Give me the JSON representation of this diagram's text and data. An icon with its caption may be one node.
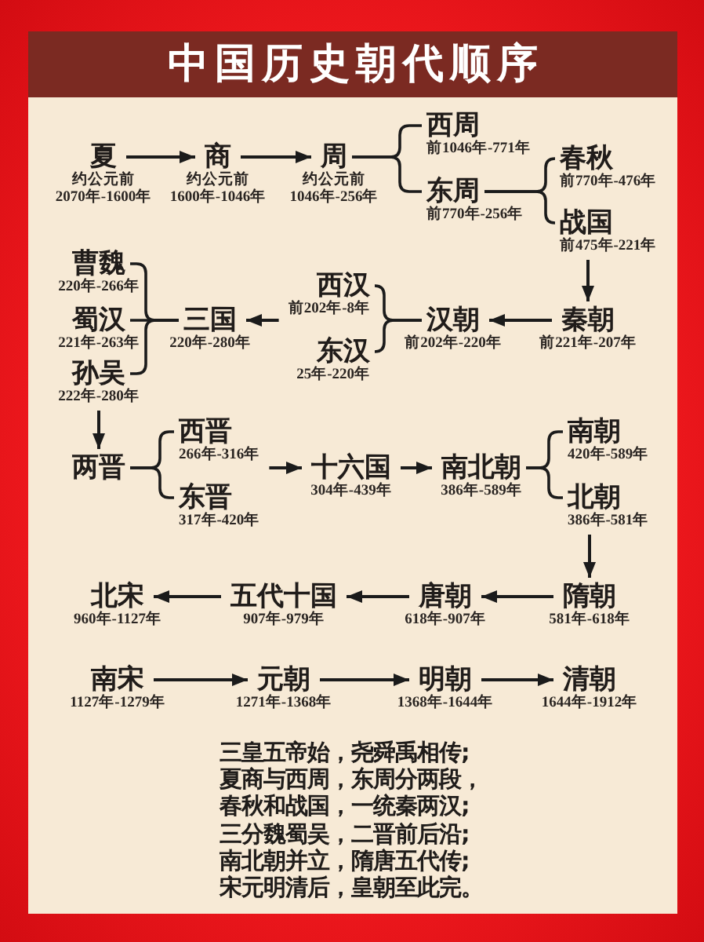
{
  "diagram": {
    "title": "中国历史朝代顺序",
    "nodes": [
      {
        "text": [
          "夏"
        ],
        "beside": [
          "约公元前 2070年-1600年"
        ]
      },
      {
        "text": [
          "商"
        ],
        "beside": [
          "约公元前 1600年-1046年"
        ]
      },
      {
        "text": [
          "周"
        ],
        "beside": [
          "约公元前 1046年-256年"
        ]
      },
      {
        "text": [
          "西周"
        ],
        "beside": [
          "前1046年-771年"
        ]
      },
      {
        "text": [
          "东周"
        ],
        "beside": [
          "前770年-256年"
        ]
      },
      {
        "text": [
          "春秋"
        ],
        "beside": [
          "前770年-476年"
        ]
      },
      {
        "text": [
          "战国"
        ],
        "beside": [
          "前475年-221年"
        ]
      },
      {
        "text": [
          "曹魏"
        ],
        "beside": [
          "220年-266年"
        ]
      },
      {
        "text": [
          "蜀汉"
        ],
        "beside": [
          "221年-263年"
        ]
      },
      {
        "text": [
          "孙吴"
        ],
        "beside": [
          "222年-280年"
        ]
      },
      {
        "text": [
          "三国"
        ],
        "beside": [
          "220年-280年"
        ]
      },
      {
        "text": [
          "西汉"
        ],
        "beside": [
          "前202年-8年"
        ]
      },
      {
        "text": [
          "东汉"
        ],
        "beside": [
          "25年-220年"
        ]
      },
      {
        "text": [
          "汉朝"
        ],
        "beside": [
          "前202年-220年"
        ]
      },
      {
        "text": [
          "秦朝"
        ],
        "beside": [
          "前221年-207年"
        ]
      },
      {
        "text": [
          "两晋"
        ]
      },
      {
        "text": [
          "西晋"
        ],
        "beside": [
          "266年-316年"
        ]
      },
      {
        "text": [
          "东晋"
        ],
        "beside": [
          "317年-420年"
        ]
      },
      {
        "text": [
          "十六国"
        ],
        "beside": [
          "304年-439年"
        ]
      },
      {
        "text": [
          "南北朝"
        ],
        "beside": [
          "386年-589年"
        ]
      },
      {
        "text": [
          "南朝"
        ],
        "beside": [
          "420年-589年"
        ]
      },
      {
        "text": [
          "北朝"
        ],
        "beside": [
          "386年-581年"
        ]
      },
      {
        "text": [
          "北宋"
        ],
        "beside": [
          "960年-1127年"
        ]
      },
      {
        "text": [
          "五代十国"
        ],
        "beside": [
          "907年-979年"
        ]
      },
      {
        "text": [
          "唐朝"
        ],
        "beside": [
          "618年-907年"
        ]
      },
      {
        "text": [
          "隋朝"
        ],
        "beside": [
          "581年-618年"
        ]
      },
      {
        "text": [
          "南宋"
        ],
        "beside": [
          "1127年-1279年"
        ]
      },
      {
        "text": [
          "元朝"
        ],
        "beside": [
          "1271年-1368年"
        ]
      },
      {
        "text": [
          "明朝"
        ],
        "beside": [
          "1368年-1644年"
        ]
      },
      {
        "text": [
          "清朝"
        ],
        "beside": [
          "1644年-1912年"
        ]
      }
    ],
    "edges": [
      {
        "from": 0,
        "to": 1,
        "arrow": "to"
      },
      {
        "from": 1,
        "to": 2,
        "arrow": "to"
      },
      {
        "from": 2,
        "to": 3,
        "arrow": "none"
      },
      {
        "from": 2,
        "to": 4,
        "arrow": "none"
      },
      {
        "from": 4,
        "to": 5,
        "arrow": "none"
      },
      {
        "from": 4,
        "to": 6,
        "arrow": "none"
      },
      {
        "from": 6,
        "to": 14,
        "arrow": "to"
      },
      {
        "from": 14,
        "to": 13,
        "arrow": "to"
      },
      {
        "from": 13,
        "to": 11,
        "arrow": "none"
      },
      {
        "from": 13,
        "to": 12,
        "arrow": "none"
      },
      {
        "from": 11,
        "to": 10,
        "arrow": "to"
      },
      {
        "from": 10,
        "to": 7,
        "arrow": "none"
      },
      {
        "from": 10,
        "to": 8,
        "arrow": "none"
      },
      {
        "from": 10,
        "to": 9,
        "arrow": "none"
      },
      {
        "from": 9,
        "to": 15,
        "arrow": "to"
      },
      {
        "from": 15,
        "to": 16,
        "arrow": "none"
      },
      {
        "from": 15,
        "to": 17,
        "arrow": "none"
      },
      {
        "from": 16,
        "to": 18,
        "arrow": "to"
      },
      {
        "from": 18,
        "to": 19,
        "arrow": "to"
      },
      {
        "from": 19,
        "to": 20,
        "arrow": "none"
      },
      {
        "from": 19,
        "to": 21,
        "arrow": "none"
      },
      {
        "from": 21,
        "to": 25,
        "arrow": "to"
      },
      {
        "from": 25,
        "to": 24,
        "arrow": "to"
      },
      {
        "from": 24,
        "to": 23,
        "arrow": "to"
      },
      {
        "from": 23,
        "to": 22,
        "arrow": "to"
      },
      {
        "from": 26,
        "to": 27,
        "arrow": "to"
      },
      {
        "from": 27,
        "to": 28,
        "arrow": "to"
      },
      {
        "from": 28,
        "to": 29,
        "arrow": "to"
      }
    ],
    "labels": [
      "三皇五帝始，尧舜禹相传;",
      "夏商与西周，东周分两段，",
      "春秋和战国，一统秦两汉;",
      "三分魏蜀吴，二晋前后沿;",
      "南北朝并立，隋唐五代传;",
      "宋元明清后，皇朝至此完。"
    ]
  }
}
